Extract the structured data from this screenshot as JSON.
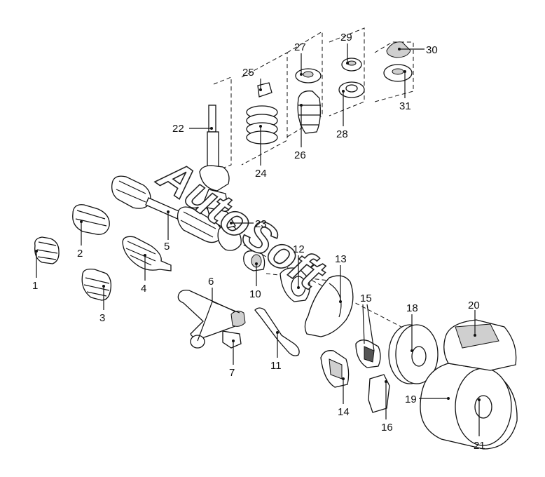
{
  "watermark": "AutoSoft",
  "callouts": [
    {
      "id": "c1",
      "label": "1"
    },
    {
      "id": "c2",
      "label": "2"
    },
    {
      "id": "c3",
      "label": "3"
    },
    {
      "id": "c4",
      "label": "4"
    },
    {
      "id": "c5",
      "label": "5"
    },
    {
      "id": "c6",
      "label": "6"
    },
    {
      "id": "c7",
      "label": "7"
    },
    {
      "id": "c10",
      "label": "10"
    },
    {
      "id": "c11",
      "label": "11"
    },
    {
      "id": "c12",
      "label": "12"
    },
    {
      "id": "c13",
      "label": "13"
    },
    {
      "id": "c14",
      "label": "14"
    },
    {
      "id": "c15",
      "label": "15"
    },
    {
      "id": "c16",
      "label": "16"
    },
    {
      "id": "c18",
      "label": "18"
    },
    {
      "id": "c19",
      "label": "19"
    },
    {
      "id": "c20",
      "label": "20"
    },
    {
      "id": "c21",
      "label": "21"
    },
    {
      "id": "c22",
      "label": "22"
    },
    {
      "id": "c23",
      "label": "23"
    },
    {
      "id": "c24",
      "label": "24"
    },
    {
      "id": "c25",
      "label": "25"
    },
    {
      "id": "c26",
      "label": "26"
    },
    {
      "id": "c27",
      "label": "27"
    },
    {
      "id": "c28",
      "label": "28"
    },
    {
      "id": "c29",
      "label": "29"
    },
    {
      "id": "c30",
      "label": "30"
    },
    {
      "id": "c31",
      "label": "31"
    }
  ]
}
